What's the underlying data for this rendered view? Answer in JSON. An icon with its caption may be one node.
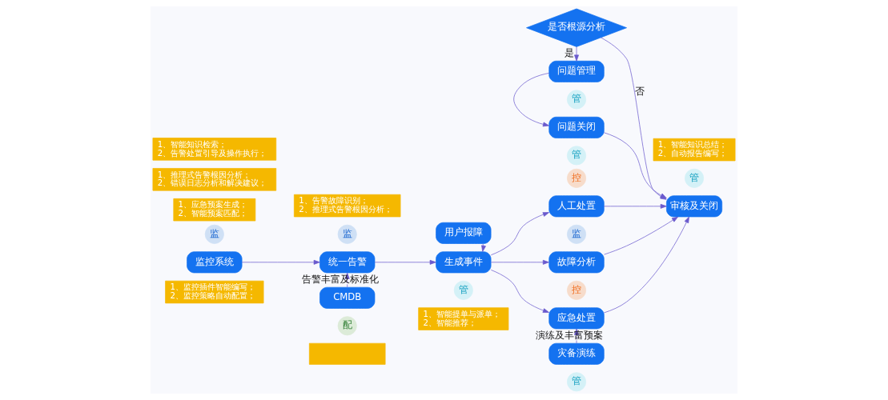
{
  "diagram": {
    "nodes": [
      {
        "text": [
          "监"
        ]
      },
      {
        "text": [
          "监控系统"
        ]
      },
      {
        "text": [
          "1、监控插件智能编写； 2、监控策略自动配置；"
        ]
      },
      {
        "text": [
          "1、告警故障识别； 2、推理式告警根因分析；"
        ]
      },
      {
        "text": [
          "监"
        ]
      },
      {
        "text": [
          "统一告警"
        ]
      },
      {
        "text": [
          "CMDB"
        ]
      },
      {
        "text": [
          "配"
        ]
      },
      {
        "text": [],
        "shape": "box"
      },
      {
        "text": [
          "用户报障"
        ]
      },
      {
        "text": [
          "生成事件"
        ]
      },
      {
        "text": [
          "管"
        ]
      },
      {
        "text": [
          "1、智能提单与派单； 2、智能推荐；"
        ]
      },
      {
        "text": [
          "控"
        ]
      },
      {
        "text": [
          "人工处置"
        ]
      },
      {
        "text": [
          "1、智能知识检索； 2、告警处置引导及操作执行；"
        ]
      },
      {
        "text": [
          "监"
        ]
      },
      {
        "text": [
          "故障分析"
        ]
      },
      {
        "text": [
          "1、推理式告警根因分析； 2、错误日志分析和解决建议；"
        ]
      },
      {
        "text": [
          "控"
        ]
      },
      {
        "text": [
          "应急处置"
        ]
      },
      {
        "text": [
          "1、应急预案生成； 2、智能预案匹配；"
        ]
      },
      {
        "text": [
          "灾备演练"
        ]
      },
      {
        "text": [
          "管"
        ]
      },
      {
        "text": [
          "管"
        ]
      },
      {
        "text": [
          "审核及关闭"
        ]
      },
      {
        "text": [
          "1、智能知识总结； 2、自动报告编写；"
        ]
      },
      {
        "text": [
          "是否根源分析"
        ]
      },
      {
        "text": [
          "问题管理"
        ]
      },
      {
        "text": [
          "管"
        ]
      },
      {
        "text": [
          "问题关闭"
        ]
      },
      {
        "text": [
          "管"
        ]
      }
    ],
    "edges": [
      {
        "from": 1,
        "to": 5,
        "arrow": "to"
      },
      {
        "from": 5,
        "to": 10,
        "arrow": "to"
      },
      {
        "from": 6,
        "to": 5,
        "arrow": "to",
        "style": "dashed",
        "label": "告警丰富及标准化"
      },
      {
        "from": 9,
        "to": 10,
        "arrow": "to"
      },
      {
        "from": 10,
        "to": 14,
        "arrow": "to"
      },
      {
        "from": 10,
        "to": 17,
        "arrow": "to"
      },
      {
        "from": 10,
        "to": 20,
        "arrow": "to"
      },
      {
        "from": 22,
        "to": 20,
        "arrow": "to",
        "style": "dashed",
        "label": "演练及丰富预案"
      },
      {
        "from": 14,
        "to": 25,
        "arrow": "to"
      },
      {
        "from": 17,
        "to": 25,
        "arrow": "to"
      },
      {
        "from": 20,
        "to": 25,
        "arrow": "to"
      },
      {
        "from": 27,
        "to": 25,
        "arrow": "to",
        "label": "否"
      },
      {
        "from": 27,
        "to": 28,
        "arrow": "to",
        "label": "是"
      },
      {
        "from": 28,
        "to": 30,
        "arrow": "to"
      },
      {
        "from": 30,
        "to": 25,
        "arrow": "to"
      }
    ]
  }
}
